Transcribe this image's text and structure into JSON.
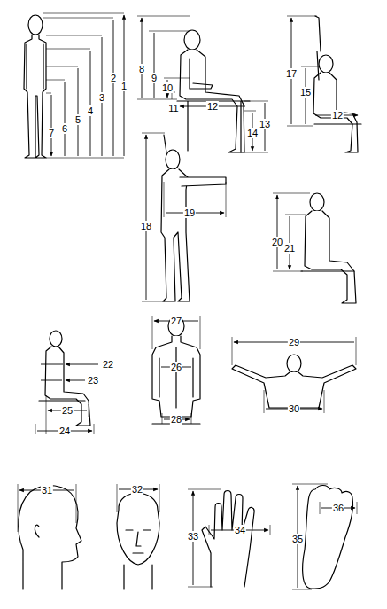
{
  "diagram": {
    "labels": [
      "1",
      "2",
      "3",
      "4",
      "5",
      "6",
      "7",
      "8",
      "9",
      "10",
      "11",
      "12",
      "13",
      "14",
      "17",
      "15",
      "12",
      "18",
      "19",
      "20",
      "21",
      "22",
      "23",
      "25",
      "24",
      "27",
      "26",
      "28",
      "29",
      "30",
      "31",
      "32",
      "33",
      "34",
      "35",
      "36"
    ]
  }
}
